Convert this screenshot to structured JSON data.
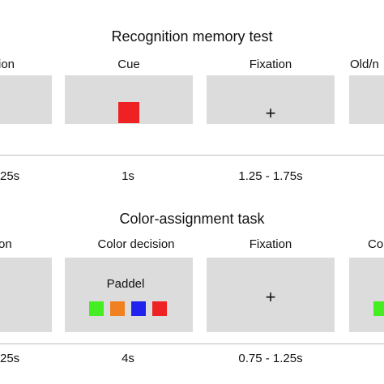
{
  "top": {
    "title": "Recognition memory test",
    "labels": [
      "ion",
      "Cue",
      "Fixation",
      "Old/n"
    ],
    "times": [
      "25s",
      "1s",
      "1.25 - 1.75s"
    ],
    "cue_color": "#ee2222"
  },
  "bottom": {
    "title": "Color-assignment task",
    "labels": [
      "on",
      "Color decision",
      "Fixation",
      "Co"
    ],
    "times": [
      "25s",
      "4s",
      "0.75 - 1.25s"
    ],
    "panel_word": "Paddel",
    "swatch_colors": [
      "#44ee22",
      "#f08020",
      "#2222ee",
      "#ee2222"
    ],
    "right_swatch_color": "#44ee22"
  },
  "symbols": {
    "fixation": "+"
  }
}
